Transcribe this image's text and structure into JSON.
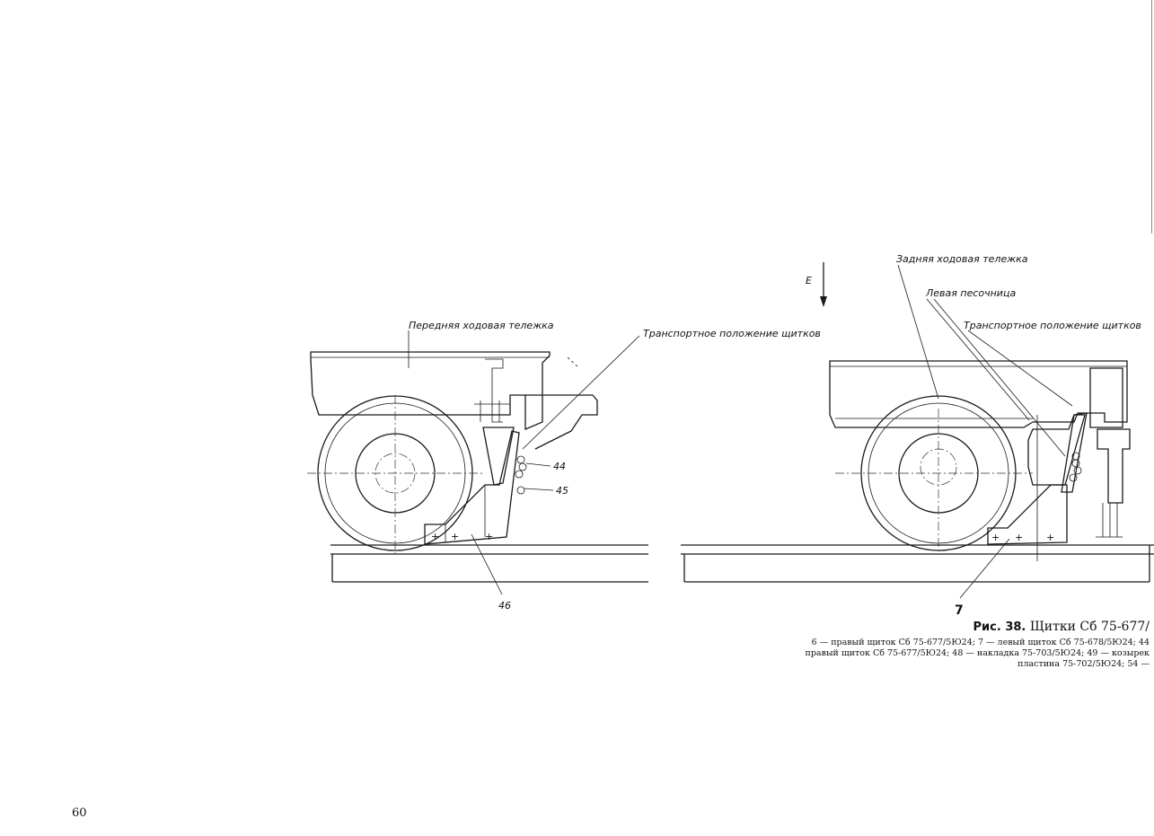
{
  "drawing": {
    "labels": {
      "front_bogie": "Передняя ходовая тележка",
      "rear_bogie": "Задняя ходовая тележка",
      "left_sandbox": "Левая песочница",
      "transport_left": "Транспортное положение щитков",
      "transport_right": "Транспортное положение щитков",
      "view_letter": "E"
    },
    "callouts": {
      "c44": "44",
      "c45": "45",
      "c46": "46",
      "c7": "7"
    }
  },
  "caption": {
    "fig_label": "Рис. 38.",
    "fig_title": "Щитки Сб 75-677/",
    "lines": [
      "6 — правый щиток Сб 75-677/5Ю24; 7 — левый щиток Сб 75-678/5Ю24; 44",
      "правый щиток Сб 75-677/5Ю24; 48 — накладка 75-703/5Ю24; 49 — козырек",
      "пластина 75-702/5Ю24; 54 —"
    ]
  },
  "page_number": "60"
}
